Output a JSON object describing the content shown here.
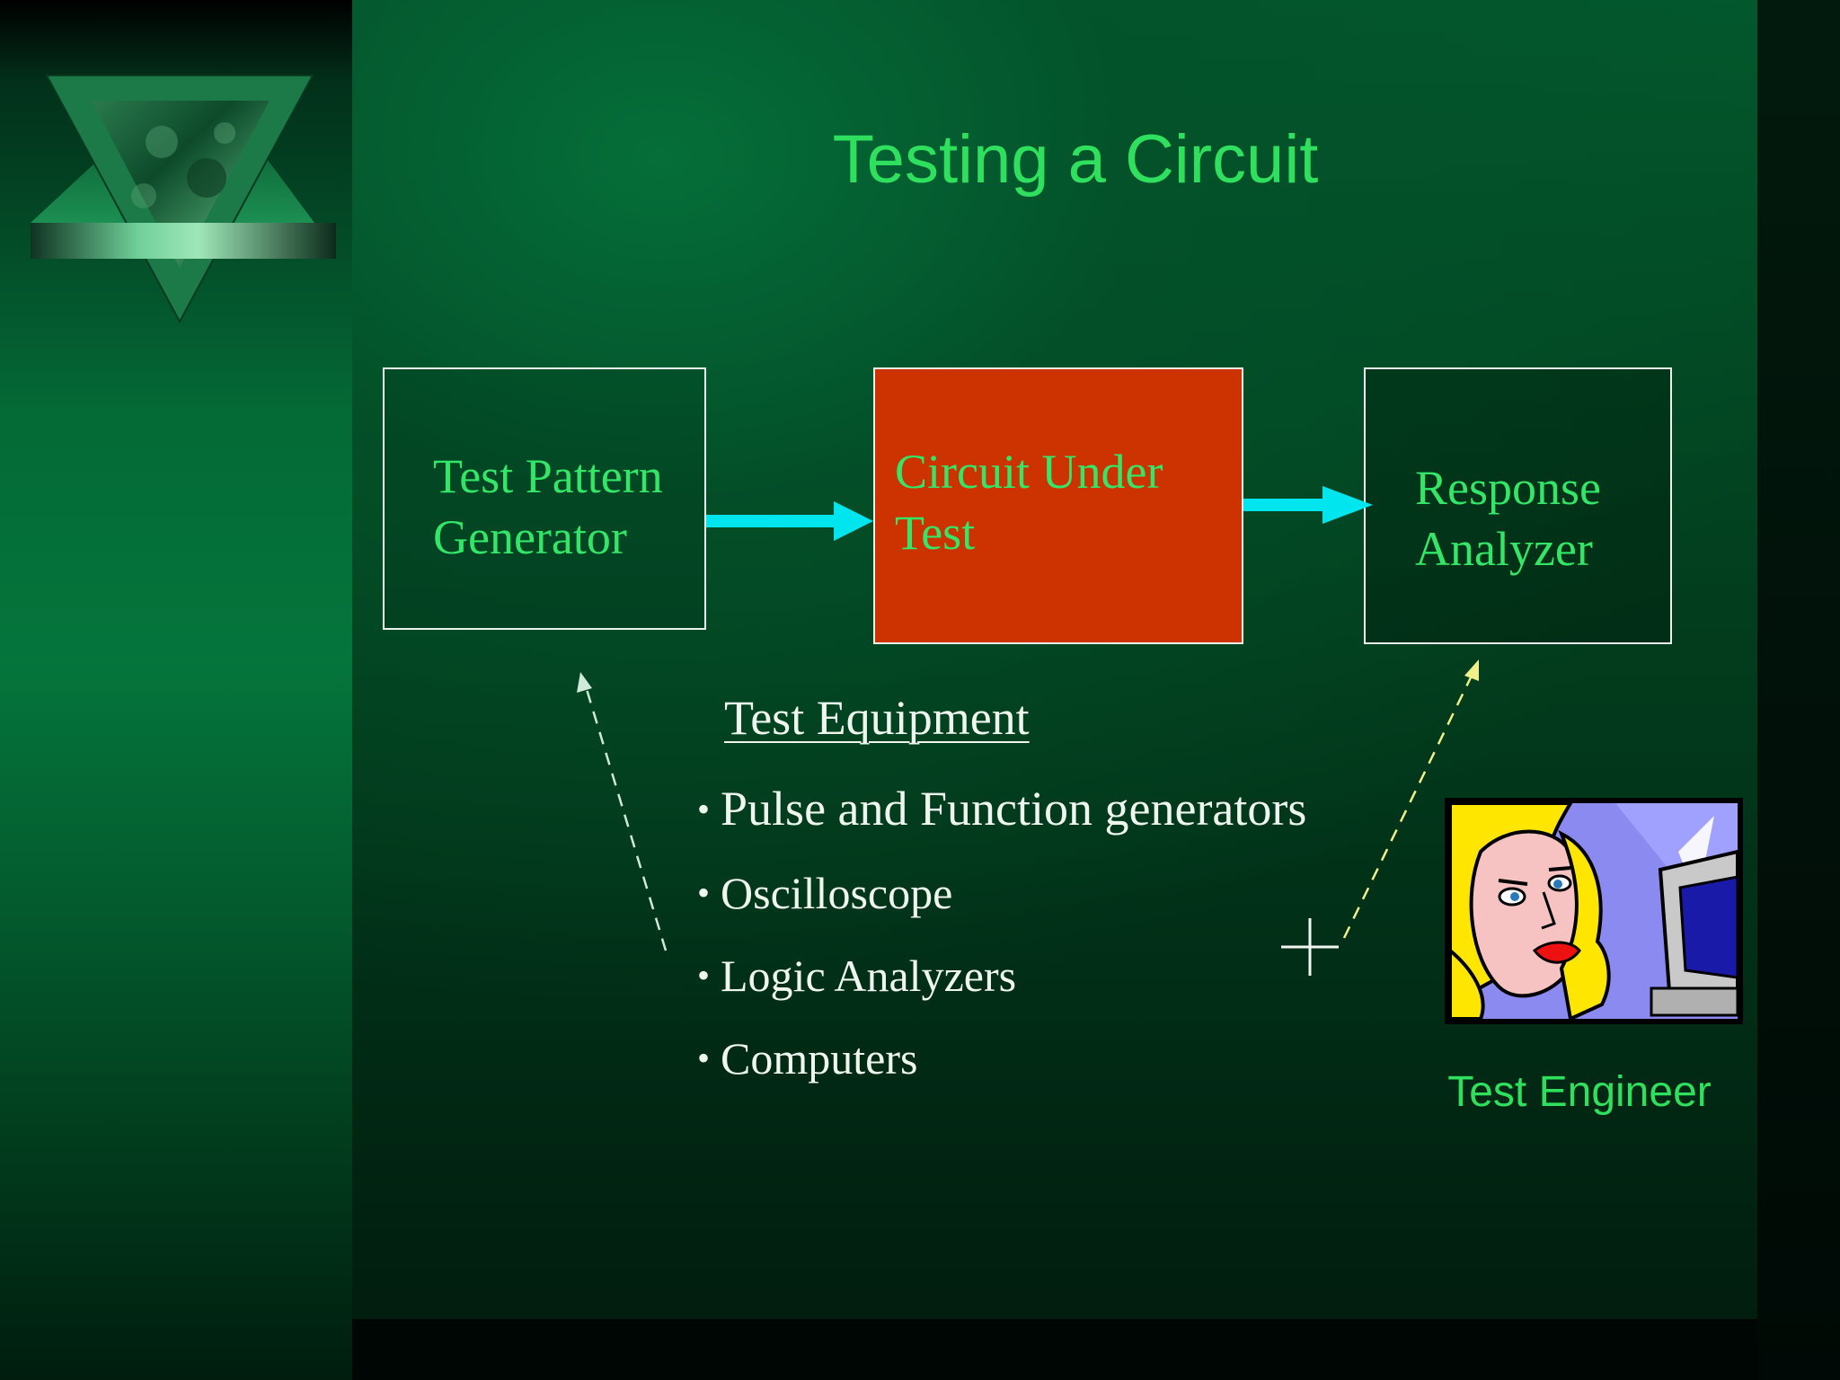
{
  "slide": {
    "title": "Testing a Circuit"
  },
  "blocks": {
    "test_pattern_generator": {
      "line1": "Test Pattern",
      "line2": "Generator"
    },
    "circuit_under_test": {
      "line1": "Circuit Under",
      "line2": "Test"
    },
    "response_analyzer": {
      "line1": "Response",
      "line2": "Analyzer"
    }
  },
  "equipment": {
    "heading": "Test Equipment",
    "bullet": "•",
    "items": [
      "Pulse and Function generators",
      "Oscilloscope",
      "Logic Analyzers",
      "Computers"
    ]
  },
  "engineer": {
    "label": "Test Engineer",
    "icon": "woman-at-computer-clipart"
  },
  "icons": {
    "logo": "inverted-triangle-marble-logo",
    "plus": "plus-icon"
  },
  "colors": {
    "title_green": "#2ee05e",
    "block_text_green": "#33e668",
    "cut_fill": "#cc3300",
    "arrow_cyan": "#00e5ee",
    "dashed_left": "#cfead8",
    "dashed_right": "#f0f08a",
    "body_text": "#eef6ee"
  }
}
